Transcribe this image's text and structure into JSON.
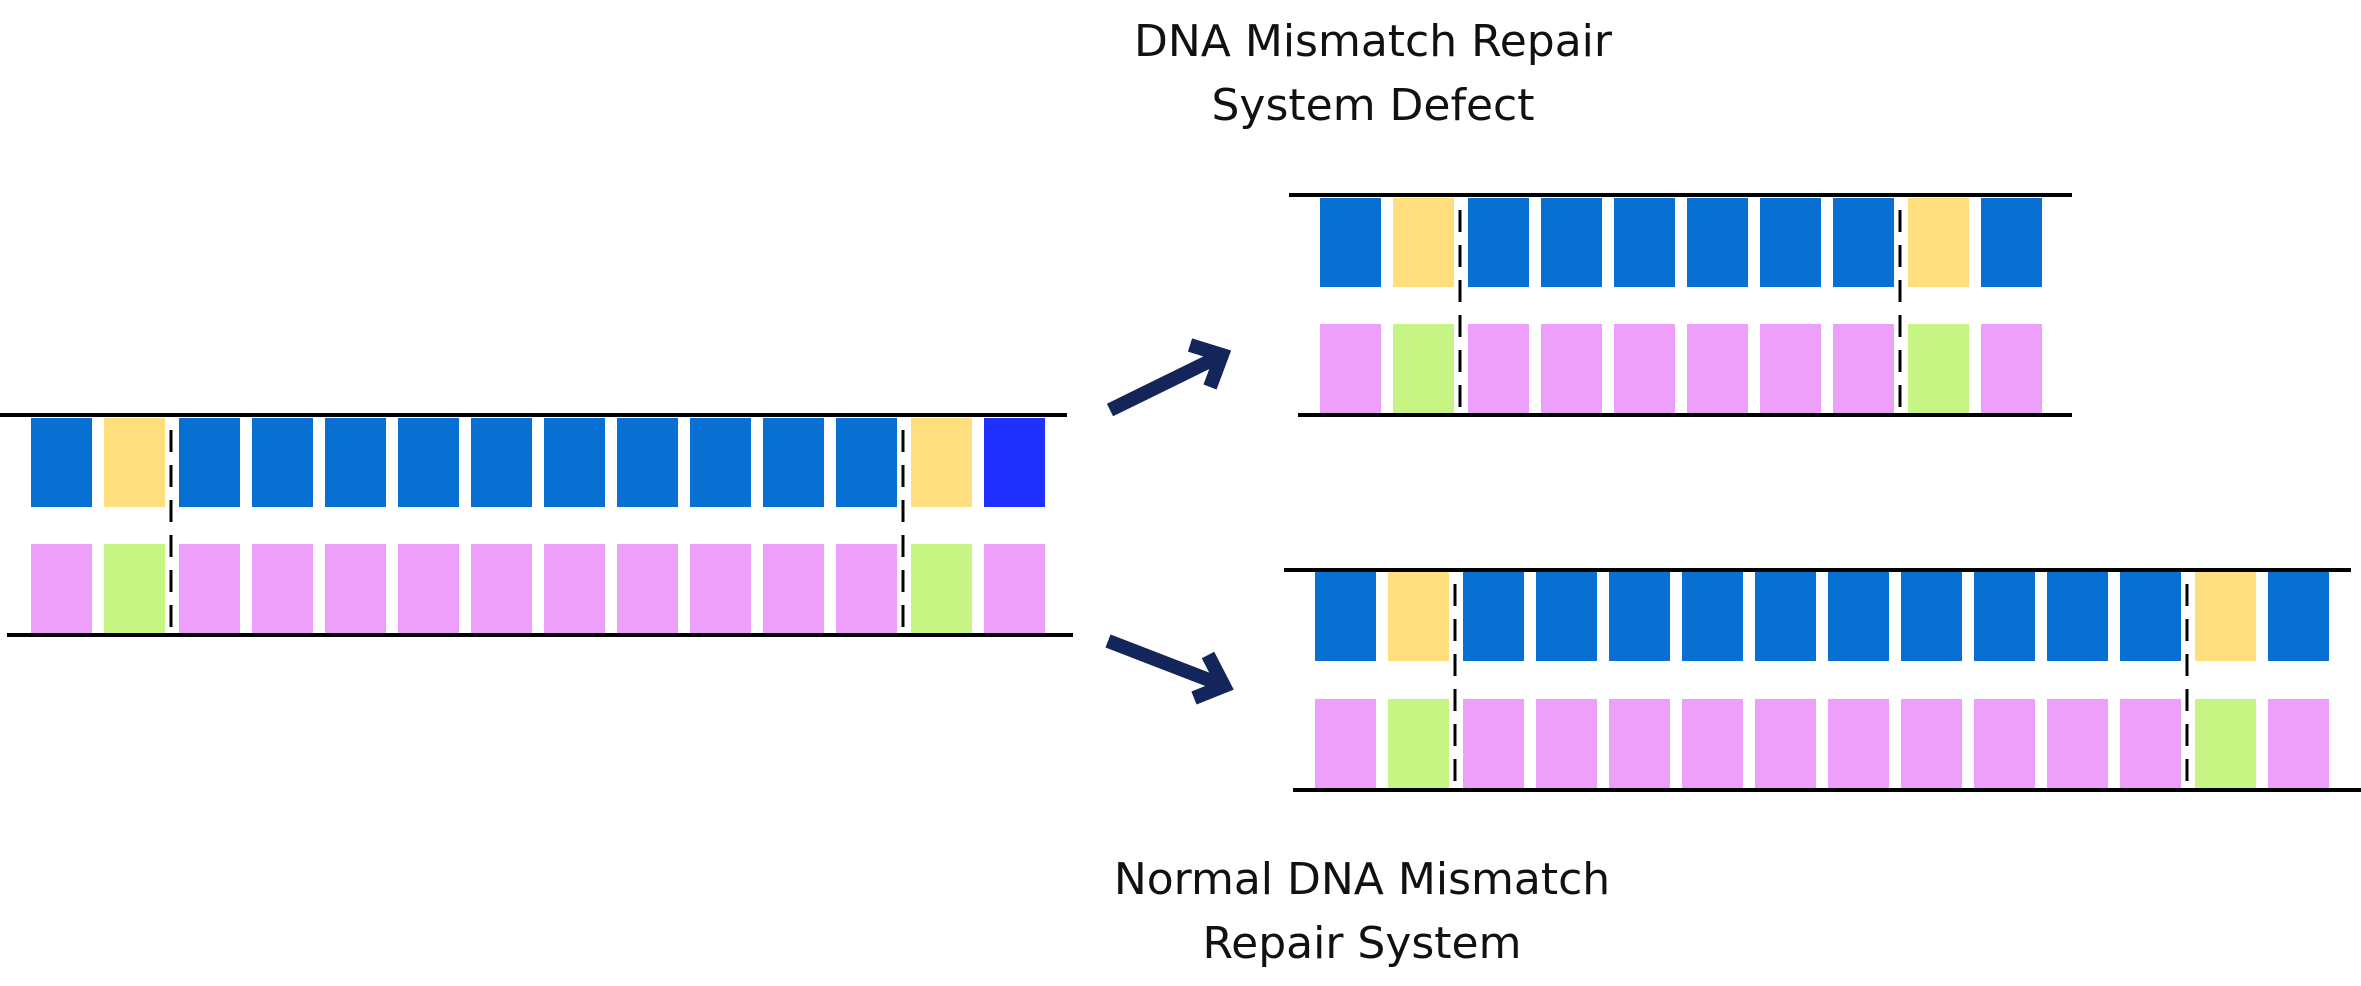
{
  "colors": {
    "base_blue": "#0870D2",
    "base_pink": "#ECA0FA",
    "mismatch_yellow": "#FFDE7E",
    "mismatch_green": "#C6F584",
    "error_blue": "#2030FF",
    "backbone": "#000000",
    "arrow": "#13255A",
    "dash": "#000000"
  },
  "labels": {
    "defect": {
      "line1": "DNA Mismatch Repair",
      "line2": "System Defect"
    },
    "normal": {
      "line1": "Normal DNA Mismatch",
      "line2": "Repair System"
    }
  },
  "strands": [
    {
      "name": "original-strand",
      "top": [
        "blue",
        "yellow",
        "|",
        "blue",
        "blue",
        "blue",
        "blue",
        "blue",
        "blue",
        "blue",
        "blue",
        "blue",
        "blue",
        "|",
        "yellow",
        "error_blue"
      ],
      "bottom": [
        "pink",
        "green",
        "|",
        "pink",
        "pink",
        "pink",
        "pink",
        "pink",
        "pink",
        "pink",
        "pink",
        "pink",
        "pink",
        "|",
        "green",
        "pink"
      ]
    },
    {
      "name": "defect-strand",
      "top": [
        "blue",
        "yellow",
        "|",
        "blue",
        "blue",
        "blue",
        "blue",
        "blue",
        "blue",
        "|",
        "yellow",
        "blue"
      ],
      "bottom": [
        "pink",
        "green",
        "|",
        "pink",
        "pink",
        "pink",
        "pink",
        "pink",
        "pink",
        "|",
        "green",
        "pink"
      ]
    },
    {
      "name": "normal-strand",
      "top": [
        "blue",
        "yellow",
        "|",
        "blue",
        "blue",
        "blue",
        "blue",
        "blue",
        "blue",
        "blue",
        "blue",
        "blue",
        "blue",
        "|",
        "yellow",
        "blue"
      ],
      "bottom": [
        "pink",
        "green",
        "|",
        "pink",
        "pink",
        "pink",
        "pink",
        "pink",
        "pink",
        "pink",
        "pink",
        "pink",
        "pink",
        "|",
        "green",
        "pink"
      ]
    }
  ],
  "arrows": [
    {
      "name": "arrow-to-defect",
      "direction": "up-right"
    },
    {
      "name": "arrow-to-normal",
      "direction": "down-right"
    }
  ]
}
